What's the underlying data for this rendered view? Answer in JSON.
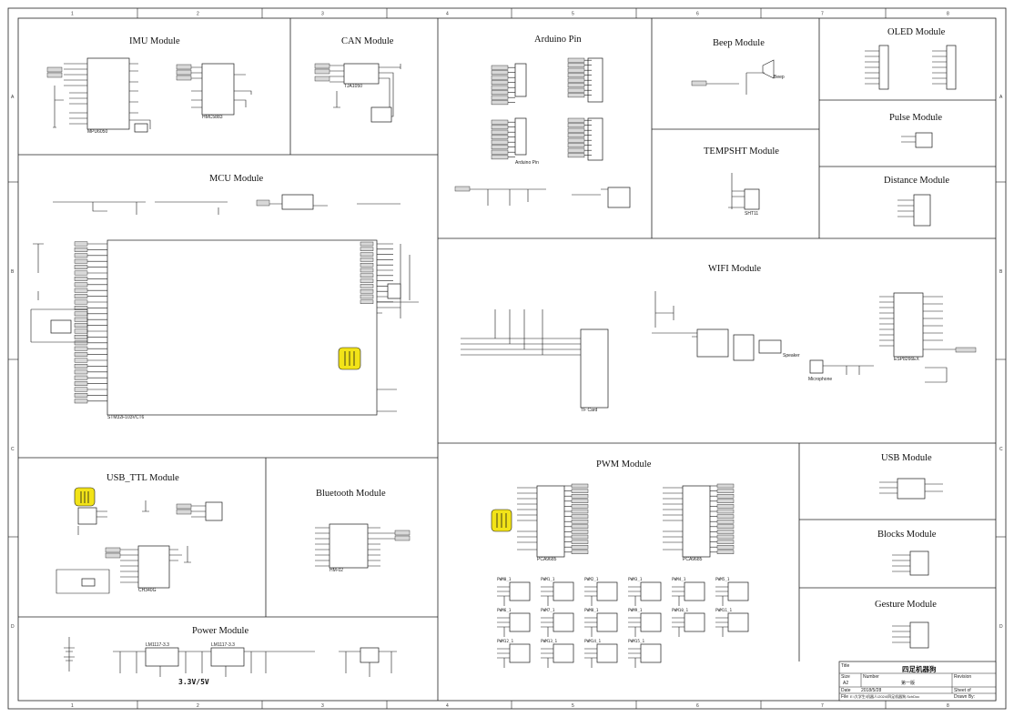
{
  "modules": {
    "imu": "IMU Module",
    "can": "CAN Module",
    "arduino": "Arduino Pin",
    "beep": "Beep Module",
    "oled": "OLED Module",
    "pulse": "Pulse Module",
    "tempsht": "TEMPSHT Module",
    "distance": "Distance Module",
    "mcu": "MCU Module",
    "wifi": "WIFI Module",
    "usb_ttl": "USB_TTL Module",
    "bluetooth": "Bluetooth Module",
    "pwm": "PWM Module",
    "usb": "USB Module",
    "blocks": "Blocks Module",
    "gesture": "Gesture Module",
    "power": "Power Module"
  },
  "ruler": {
    "cols": [
      "1",
      "2",
      "3",
      "4",
      "5",
      "6",
      "7",
      "8"
    ],
    "rows": [
      "A",
      "B",
      "C",
      "D"
    ]
  },
  "power_label": "3.3V/5V",
  "title_block": {
    "title_label": "Title",
    "title_value": "四足机器狗",
    "size_label": "Size",
    "size_value": "A2",
    "number_label": "Number",
    "number_value": "第一版",
    "revision_label": "Revision",
    "date_label": "Date",
    "date_value": "2018/5/28",
    "sheet_label": "Sheet  of",
    "file_label": "File",
    "file_value": "E:\\大学生\\机器人\\2024\\四足机器狗.SchDoc",
    "drawn_label": "Drawn By:"
  },
  "parts": {
    "mcu_chip": "STM32F103VCT6",
    "imu_chip": "MPU6050",
    "magnet_chip": "HMC5883",
    "can_chip": "TJA1050",
    "wifi_chip": "ESP8266EX",
    "pwm_chip_a": "PCA9685",
    "pwm_chip_b": "PCA9685",
    "usb_ttl_chip": "CH340G",
    "bt_chip": "HM-02",
    "ldo_1": "LM1117-3.3",
    "ldo_2": "LM1117-3.3",
    "tempsht_chip": "SHT11",
    "speaker": "Speaker",
    "microphone": "Microphone",
    "sd_card": "TF Card",
    "beep": "Beep"
  },
  "pwm_servos": [
    "PWM0_1",
    "PWM1_1",
    "PWM2_1",
    "PWM3_1",
    "PWM4_1",
    "PWM5_1",
    "PWM6_1",
    "PWM7_1",
    "PWM8_1",
    "PWM9_1",
    "PWM10_1",
    "PWM11_1",
    "PWM12_1",
    "PWM13_1",
    "PWM14_1",
    "PWM15_1"
  ],
  "colors": {
    "highlight": "#f2e318",
    "line": "#1a1a1a",
    "background": "#ffffff"
  }
}
